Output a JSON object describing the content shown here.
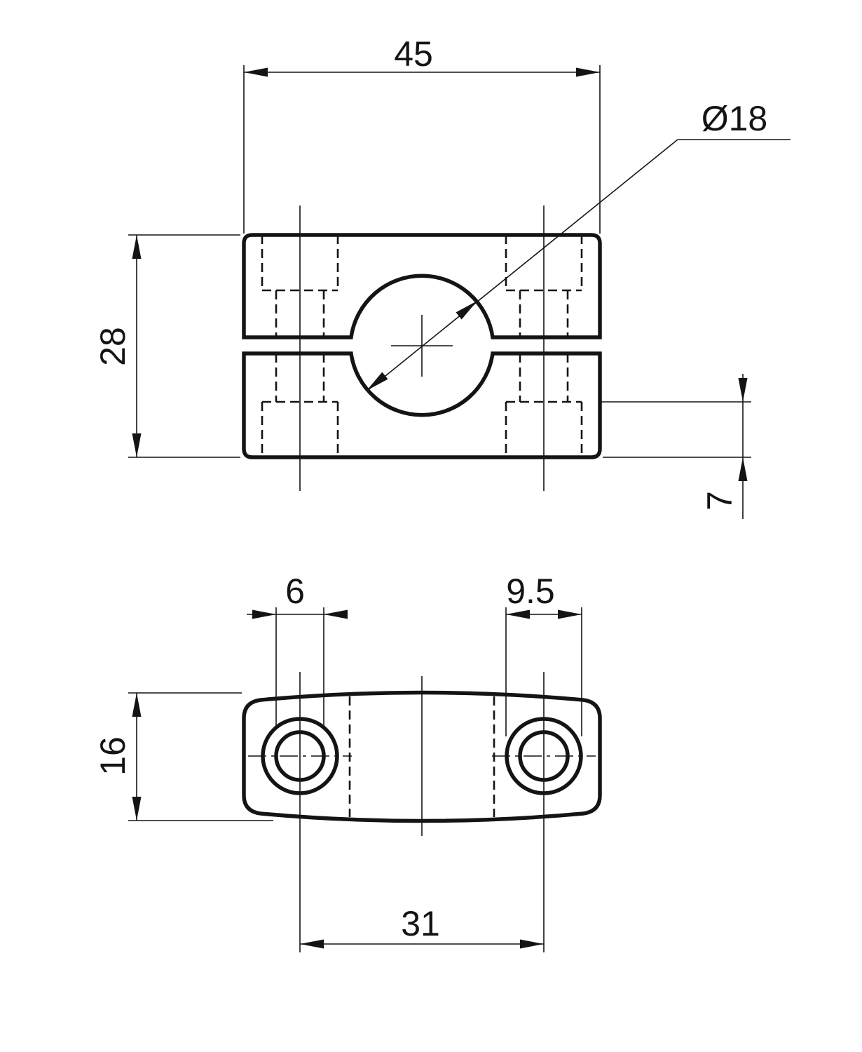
{
  "drawing": {
    "type": "two-view mechanical part drawing (shaft clamp block)",
    "colors": {
      "line": "#141414",
      "background": "#ffffff"
    },
    "front_view": {
      "width": "45",
      "height": "28",
      "bore_diameter": "Ø18",
      "counterbore_depth": "7"
    },
    "top_view": {
      "hole_diameter": "6",
      "counterbore_diameter": "9.5",
      "thickness": "16",
      "hole_spacing": "31"
    }
  }
}
